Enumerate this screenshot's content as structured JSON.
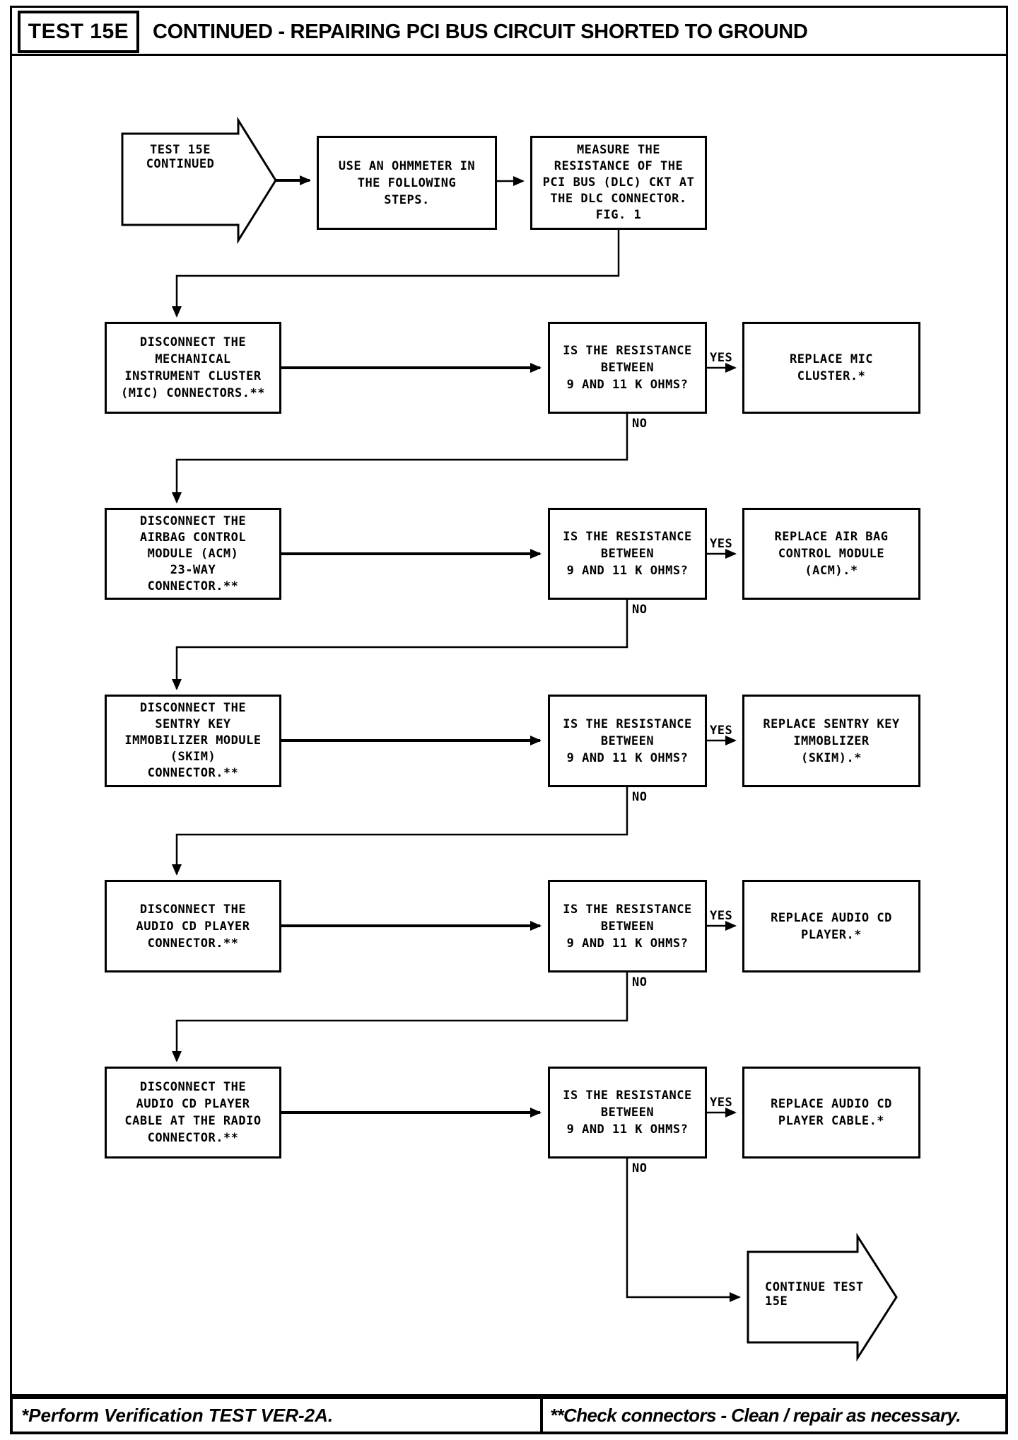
{
  "colors": {
    "ink": "#000000",
    "paper": "#ffffff"
  },
  "header": {
    "test_label": "TEST 15E",
    "title": "CONTINUED - REPAIRING PCI BUS CIRCUIT SHORTED TO GROUND"
  },
  "start": {
    "label": "TEST 15E\nCONTINUED"
  },
  "steps": {
    "use_ohmmeter": "USE AN OHMMETER IN\nTHE FOLLOWING\nSTEPS.",
    "measure": "MEASURE THE\nRESISTANCE OF THE\nPCI BUS (DLC) CKT AT\nTHE DLC CONNECTOR.\nFIG. 1"
  },
  "rows": [
    {
      "action": "DISCONNECT THE\nMECHANICAL\nINSTRUMENT CLUSTER\n(MIC) CONNECTORS.**",
      "question": "IS THE RESISTANCE\nBETWEEN\n9 AND 11 K OHMS?",
      "yes_label": "YES",
      "no_label": "NO",
      "result": "REPLACE MIC\nCLUSTER.*"
    },
    {
      "action": "DISCONNECT THE\nAIRBAG CONTROL\nMODULE (ACM)\n23-WAY\nCONNECTOR.**",
      "question": "IS THE RESISTANCE\nBETWEEN\n9 AND 11 K OHMS?",
      "yes_label": "YES",
      "no_label": "NO",
      "result": "REPLACE AIR BAG\nCONTROL MODULE\n(ACM).*"
    },
    {
      "action": "DISCONNECT THE\nSENTRY KEY\nIMMOBILIZER MODULE\n(SKIM)\nCONNECTOR.**",
      "question": "IS THE RESISTANCE\nBETWEEN\n9 AND 11 K OHMS?",
      "yes_label": "YES",
      "no_label": "NO",
      "result": "REPLACE SENTRY KEY\nIMMOBLIZER\n(SKIM).*"
    },
    {
      "action": "DISCONNECT THE\nAUDIO CD PLAYER\nCONNECTOR.**",
      "question": "IS THE RESISTANCE\nBETWEEN\n9 AND 11 K OHMS?",
      "yes_label": "YES",
      "no_label": "NO",
      "result": "REPLACE AUDIO CD\nPLAYER.*"
    },
    {
      "action": "DISCONNECT THE\nAUDIO CD PLAYER\nCABLE AT THE RADIO\nCONNECTOR.**",
      "question": "IS THE RESISTANCE\nBETWEEN\n9 AND 11 K OHMS?",
      "yes_label": "YES",
      "no_label": "NO",
      "result": "REPLACE AUDIO CD\nPLAYER CABLE.*"
    }
  ],
  "end": {
    "label": "CONTINUE TEST\n15E"
  },
  "footer": {
    "note_verification": "*Perform Verification TEST VER-2A.",
    "note_connectors": "**Check connectors - Clean / repair as necessary."
  }
}
